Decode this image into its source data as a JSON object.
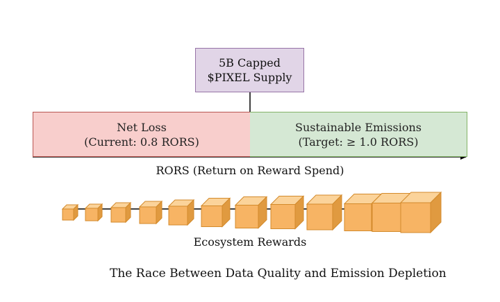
{
  "supply_box": {
    "line1": "5B Capped",
    "line2": "$PIXEL Supply"
  },
  "zones": {
    "loss": {
      "title": "Net Loss",
      "subtitle": "(Current: 0.8 RORS)"
    },
    "sustainable": {
      "title": "Sustainable Emissions",
      "subtitle": "(Target: ≥ 1.0 RORS)"
    }
  },
  "axis_label": "RORS (Return on Reward Spend)",
  "rewards_label": "Ecosystem Rewards",
  "caption": "The Race Between Data Quality and Emission Depletion",
  "colors": {
    "supply_fill": "#e1d5e7",
    "supply_stroke": "#9673a6",
    "loss_fill": "#f8cecc",
    "loss_stroke": "#b85450",
    "sustain_fill": "#d5e8d4",
    "sustain_stroke": "#82b366",
    "cube_front": "#f7b464",
    "cube_top": "#fbd39a",
    "cube_side": "#e09a40",
    "cube_stroke": "#d38a2b"
  },
  "reward_cube_count": 12
}
